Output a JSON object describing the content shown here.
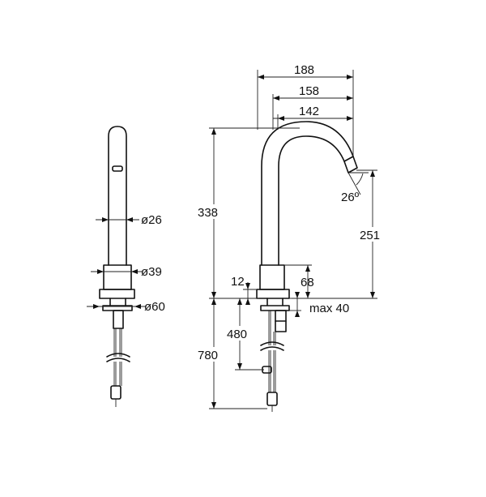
{
  "diagram": {
    "side_view": {
      "labels": {
        "spout_diameter": "ø26",
        "body_diameter": "ø39",
        "base_diameter": "ø60"
      }
    },
    "front_view": {
      "labels": {
        "reach_total": "188",
        "reach_mid": "158",
        "reach_inner": "142",
        "height_above_deck": "338",
        "spout_angle": "26º",
        "outlet_height": "251",
        "base_height": "68",
        "base_thickness": "12",
        "hose_length_short": "480",
        "hose_length_total": "780",
        "max_deck_thickness": "max 40"
      }
    }
  }
}
